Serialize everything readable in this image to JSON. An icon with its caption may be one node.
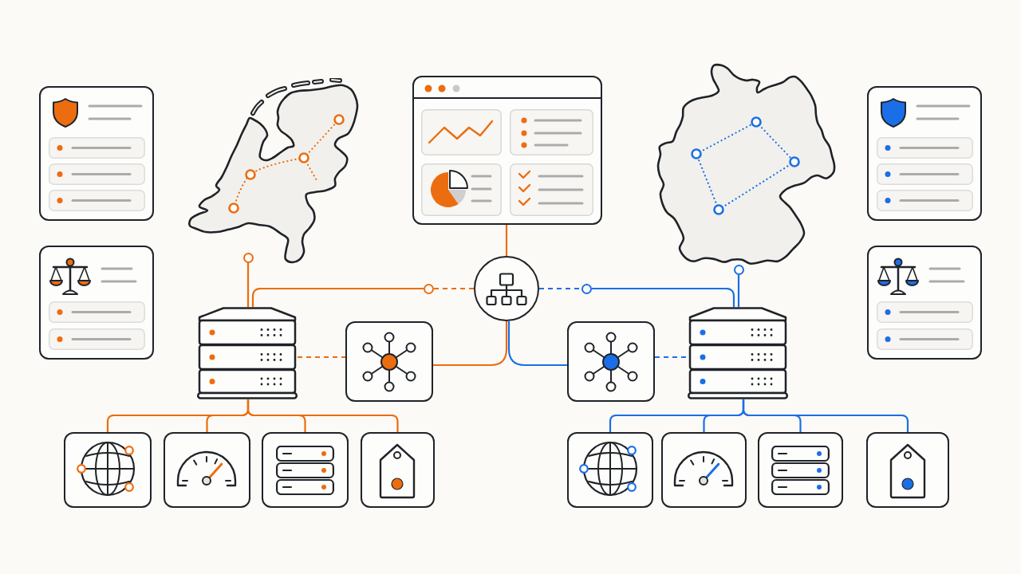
{
  "diagram": {
    "nodes": [
      {
        "text": [],
        "shape": "box"
      },
      {
        "text": [],
        "shape": "picture"
      },
      {
        "text": [],
        "shape": "box"
      },
      {
        "text": [],
        "shape": "picture"
      },
      {
        "text": [],
        "shape": "box"
      },
      {
        "text": [],
        "shape": "box"
      },
      {
        "text": [],
        "shape": "circle"
      },
      {
        "text": [],
        "shape": "circle"
      },
      {
        "text": [],
        "shape": "box"
      },
      {
        "text": [],
        "shape": "circle"
      },
      {
        "text": [],
        "shape": "circle"
      },
      {
        "text": [],
        "shape": "circle"
      },
      {
        "text": [],
        "shape": "picture"
      },
      {
        "text": [],
        "shape": "box"
      },
      {
        "text": [],
        "shape": "box"
      },
      {
        "text": [],
        "shape": "picture"
      },
      {
        "text": [],
        "shape": "box"
      },
      {
        "text": [],
        "shape": "box"
      },
      {
        "text": [],
        "shape": "box"
      },
      {
        "text": [],
        "shape": "box"
      },
      {
        "text": [],
        "shape": "box"
      },
      {
        "text": [],
        "shape": "box"
      },
      {
        "text": [],
        "shape": "box"
      },
      {
        "text": [],
        "shape": "box"
      }
    ],
    "edges": [
      {
        "from": 2,
        "to": 10,
        "arrow": "none"
      },
      {
        "from": 12,
        "to": 6,
        "arrow": "none"
      },
      {
        "from": 12,
        "to": 9,
        "arrow": "none"
      },
      {
        "from": 9,
        "to": 10,
        "arrow": "none",
        "style": "dashed"
      },
      {
        "from": 12,
        "to": 13,
        "arrow": "none",
        "style": "dashed"
      },
      {
        "from": 10,
        "to": 13,
        "arrow": "none"
      },
      {
        "from": 10,
        "to": 14,
        "arrow": "none",
        "color": "#1b6fe6"
      },
      {
        "from": 14,
        "to": 15,
        "arrow": "none",
        "style": "dashed",
        "color": "#1b6fe6"
      },
      {
        "from": 10,
        "to": 11,
        "arrow": "none",
        "style": "dashed",
        "color": "#1b6fe6"
      },
      {
        "from": 15,
        "to": 11,
        "arrow": "none",
        "color": "#1b6fe6"
      },
      {
        "from": 15,
        "to": 7,
        "arrow": "none",
        "color": "#1b6fe6"
      },
      {
        "from": 12,
        "to": 16,
        "arrow": "none"
      },
      {
        "from": 12,
        "to": 17,
        "arrow": "none"
      },
      {
        "from": 12,
        "to": 18,
        "arrow": "none"
      },
      {
        "from": 12,
        "to": 19,
        "arrow": "none"
      },
      {
        "from": 15,
        "to": 20,
        "arrow": "none",
        "color": "#1b6fe6"
      },
      {
        "from": 15,
        "to": 21,
        "arrow": "none",
        "color": "#1b6fe6"
      },
      {
        "from": 15,
        "to": 22,
        "arrow": "none",
        "color": "#1b6fe6"
      },
      {
        "from": 15,
        "to": 23,
        "arrow": "none",
        "color": "#1b6fe6"
      }
    ]
  }
}
